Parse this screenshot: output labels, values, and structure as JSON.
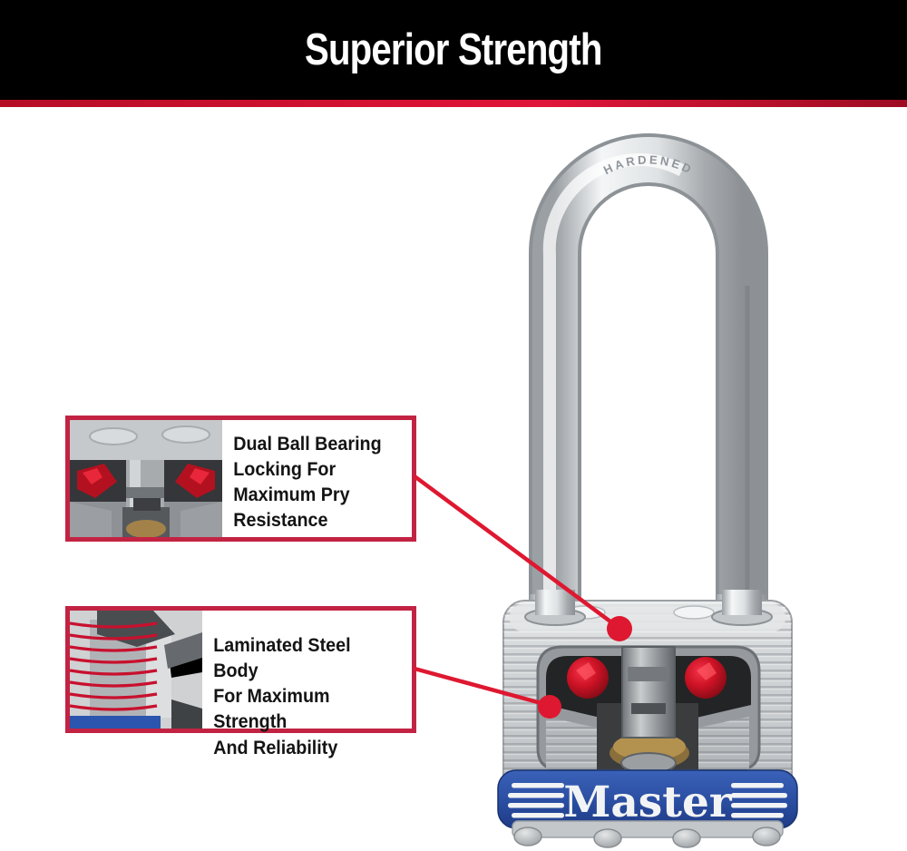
{
  "header": {
    "title": "Superior Strength",
    "background_color": "#000000",
    "text_color": "#ffffff",
    "accent_stripe_color": "#d81233"
  },
  "callouts": [
    {
      "text": "Dual Ball Bearing\nLocking For\nMaximum Pry\nResistance",
      "photo": "ball-bearing-mechanism-closeup",
      "border_color": "#c32343"
    },
    {
      "text": "Laminated Steel Body\nFor Maximum Strength\nAnd Reliability",
      "photo": "laminated-steel-layers-closeup",
      "border_color": "#c32343"
    }
  ],
  "product": {
    "brand_logo_text": "Master",
    "shackle_stamp": "HARDENED",
    "band_color": "#2b4fa3",
    "body_finish": "laminated-steel-silver",
    "annotation_red": "#de1830"
  }
}
